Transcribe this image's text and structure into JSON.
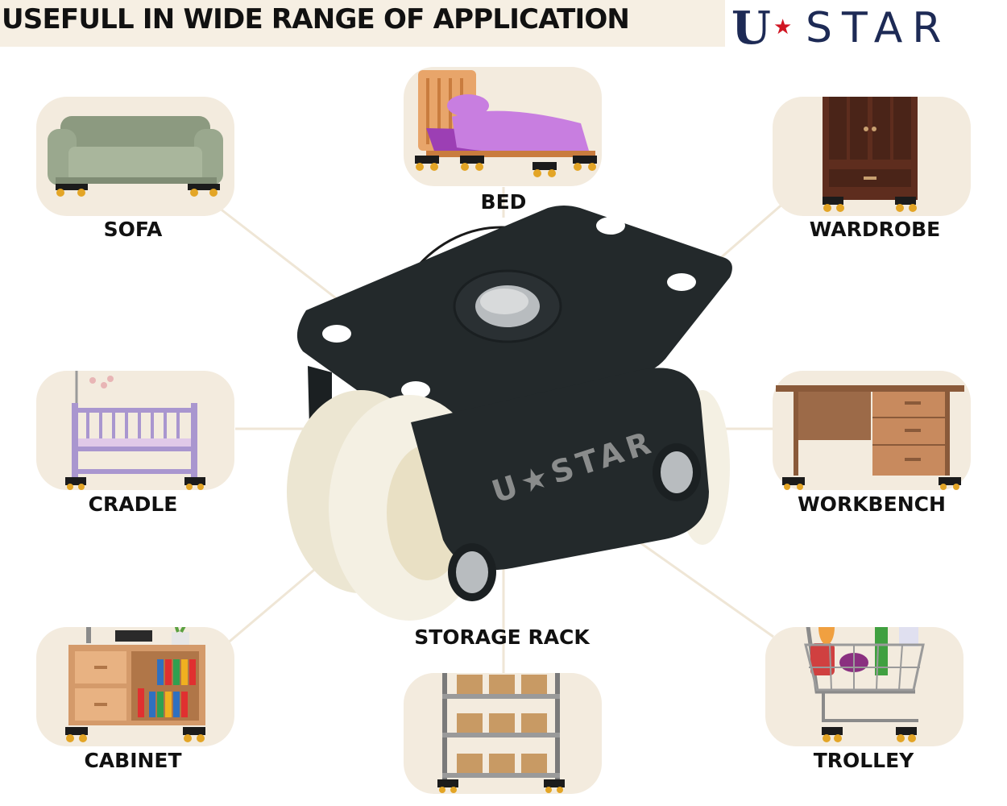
{
  "header": {
    "title": "USEFULL IN WIDE RANGE OF APPLICATION"
  },
  "logo": {
    "letter": "U",
    "star": "★",
    "word": "STAR",
    "engraving": "U★STAR"
  },
  "colors": {
    "card_bg": "#f3ebde",
    "banner_bg": "#f6efe3",
    "logo_navy": "#1d2a55",
    "logo_red": "#d01623",
    "caster_black": "#23292b",
    "wheel_cream": "#f4f0e3"
  },
  "applications": [
    {
      "label": "SOFA",
      "icon": "sofa-icon"
    },
    {
      "label": "BED",
      "icon": "bed-icon"
    },
    {
      "label": "WARDROBE",
      "icon": "wardrobe-icon"
    },
    {
      "label": "CRADLE",
      "icon": "cradle-icon"
    },
    {
      "label": "WORKBENCH",
      "icon": "workbench-icon"
    },
    {
      "label": "CABINET",
      "icon": "cabinet-icon"
    },
    {
      "label": "STORAGE RACK",
      "icon": "storage-rack-icon"
    },
    {
      "label": "TROLLEY",
      "icon": "trolley-icon"
    }
  ]
}
